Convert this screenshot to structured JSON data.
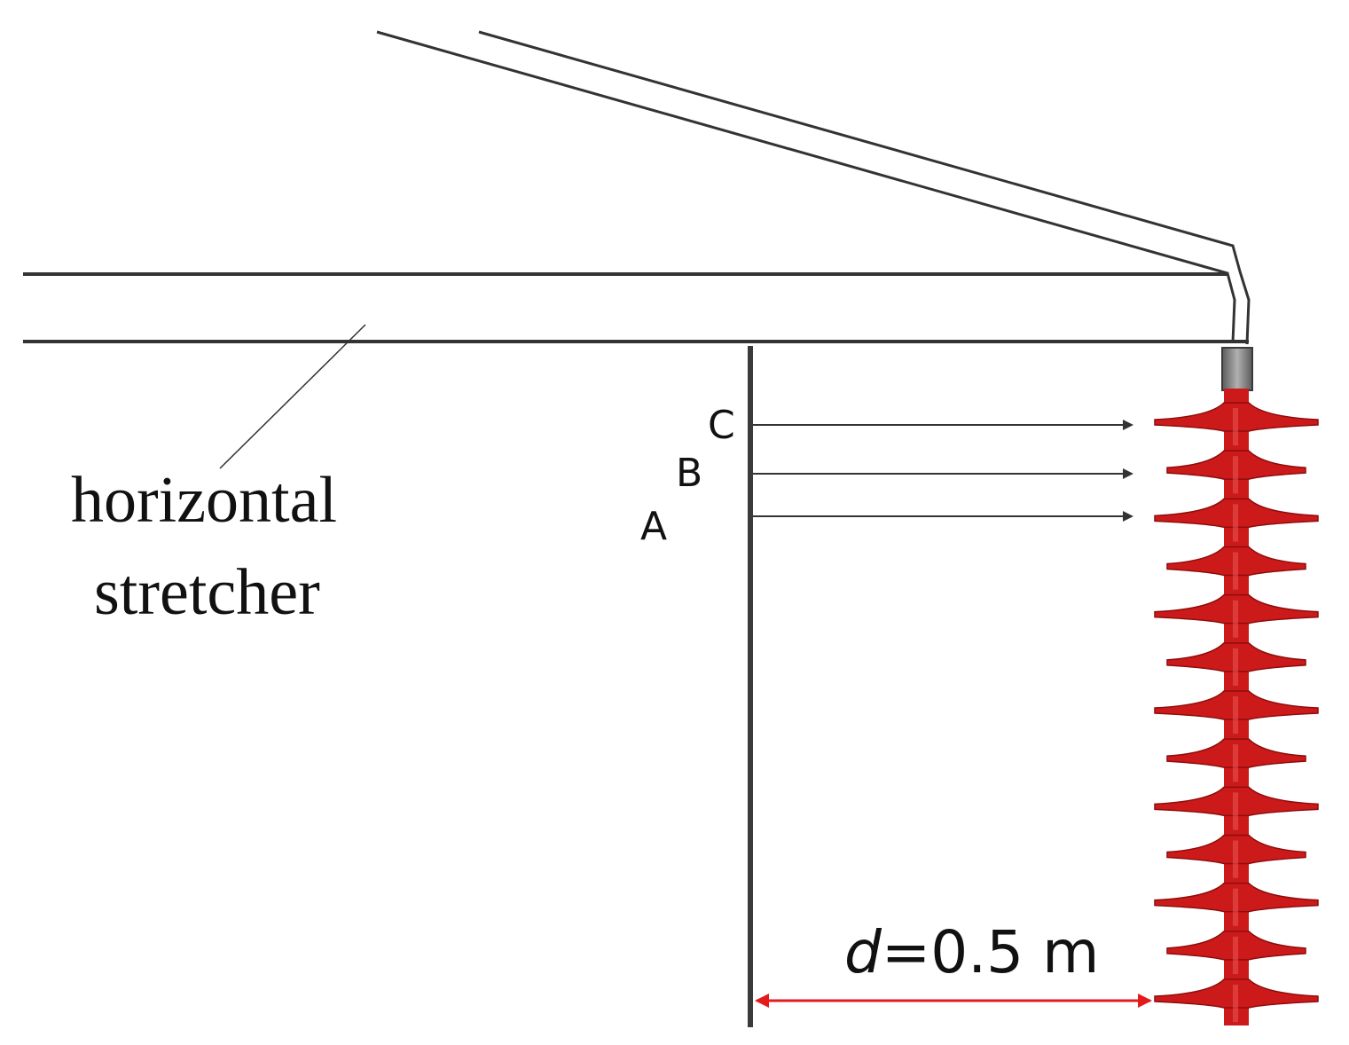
{
  "labels": {
    "stretcher_line1": "horizontal",
    "stretcher_line2": "stretcher",
    "point_a": "A",
    "point_b": "B",
    "point_c": "C",
    "distance_var": "d",
    "distance_value": "=0.5 m"
  },
  "colors": {
    "line": "#333333",
    "insulator": "#cc1a1a",
    "insulator_dark": "#8e0c0c",
    "dimension_arrow": "#e31b1b",
    "metal_cap": "#8c8c8c"
  },
  "insulator": {
    "shed_count": 13
  }
}
